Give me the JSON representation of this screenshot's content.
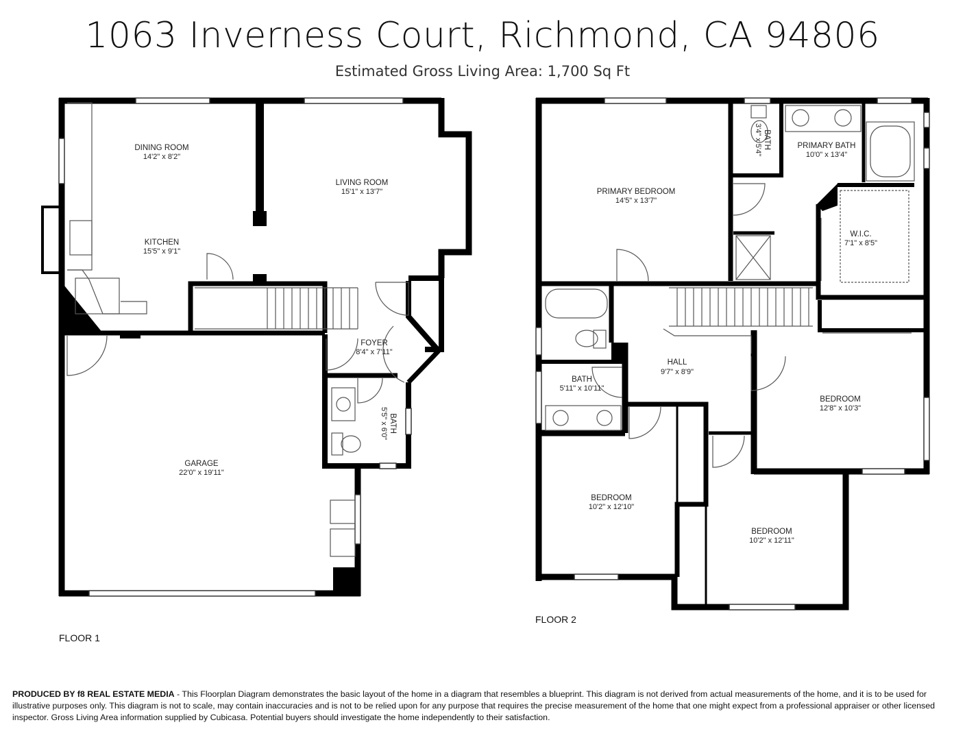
{
  "header": {
    "address": "1063 Inverness Court, Richmond, CA 94806",
    "area": "Estimated Gross Living Area: 1,700 Sq Ft"
  },
  "floor1": {
    "label": "FLOOR 1",
    "rooms": {
      "dining": {
        "name": "DINING ROOM",
        "dim": "14'2\" x 8'2\""
      },
      "living": {
        "name": "LIVING ROOM",
        "dim": "15'1\" x 13'7\""
      },
      "kitchen": {
        "name": "KITCHEN",
        "dim": "15'5\" x 9'1\""
      },
      "foyer": {
        "name": "FOYER",
        "dim": "8'4\" x 7'11\""
      },
      "bath": {
        "name": "BATH",
        "dim": "5'5\" x 6'0\""
      },
      "garage": {
        "name": "GARAGE",
        "dim": "22'0\" x 19'11\""
      }
    }
  },
  "floor2": {
    "label": "FLOOR 2",
    "rooms": {
      "primary_bedroom": {
        "name": "PRIMARY BEDROOM",
        "dim": "14'5\" x 13'7\""
      },
      "small_bath": {
        "name": "BATH",
        "dim": "3'4\" x 5'4\""
      },
      "primary_bath": {
        "name": "PRIMARY BATH",
        "dim": "10'0\" x 13'4\""
      },
      "wic": {
        "name": "W.I.C.",
        "dim": "7'1\" x 8'5\""
      },
      "hall": {
        "name": "HALL",
        "dim": "9'7\" x 8'9\""
      },
      "bath2": {
        "name": "BATH",
        "dim": "5'11\" x 10'11\""
      },
      "bedroom_east": {
        "name": "BEDROOM",
        "dim": "12'8\" x 10'3\""
      },
      "bedroom_sw": {
        "name": "BEDROOM",
        "dim": "10'2\" x 12'10\""
      },
      "bedroom_s": {
        "name": "BEDROOM",
        "dim": "10'2\" x 12'11\""
      }
    }
  },
  "footer": {
    "producer": "PRODUCED BY f8 REAL ESTATE MEDIA",
    "disclaimer": " - This Floorplan Diagram demonstrates the basic layout of the home in a diagram that resembles a blueprint. This diagram is not derived from actual measurements of the home, and it is to be used for illustrative purposes only. This diagram is not to scale, may contain inaccuracies and is not to be relied upon for any purpose that requires the precise measurement of the home that one might expect from a professional appraiser or other licensed inspector. Gross Living Area information supplied by Cubicasa. Potential buyers should investigate the home independently to their satisfaction."
  },
  "colors": {
    "wall": "#000000",
    "fixture": "#555555",
    "background": "#ffffff"
  }
}
